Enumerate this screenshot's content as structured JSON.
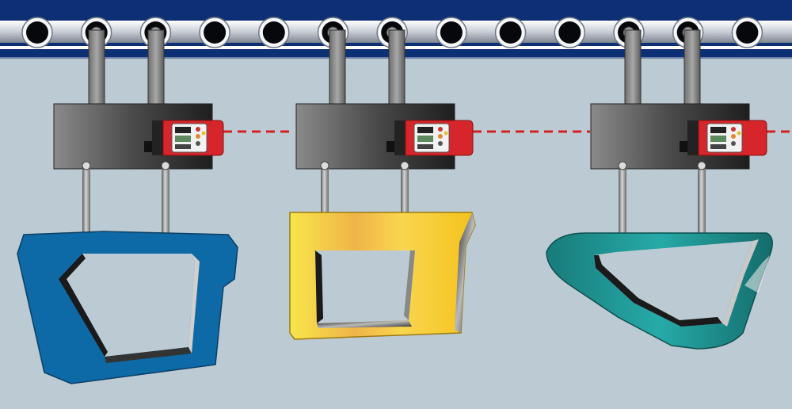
{
  "scene": {
    "background_color": "#bccbd3",
    "conveyor_color": "#0d2f73",
    "roller_count": 13,
    "hanger_count": 3,
    "laser_color": "#d42020",
    "sensor_color": "#d6262b"
  },
  "hangers": [
    {
      "id": "hanger-1",
      "part": "blue-part",
      "part_color": "#0e6aa6",
      "laser_beam": true
    },
    {
      "id": "hanger-2",
      "part": "yellow-part",
      "part_color": "#f6cf1e",
      "laser_beam": true
    },
    {
      "id": "hanger-3",
      "part": "teal-part",
      "part_color": "#1a8f8c",
      "laser_beam": true
    }
  ],
  "icons": {
    "roller": "roller-icon",
    "sensor": "laser-sensor-icon"
  }
}
